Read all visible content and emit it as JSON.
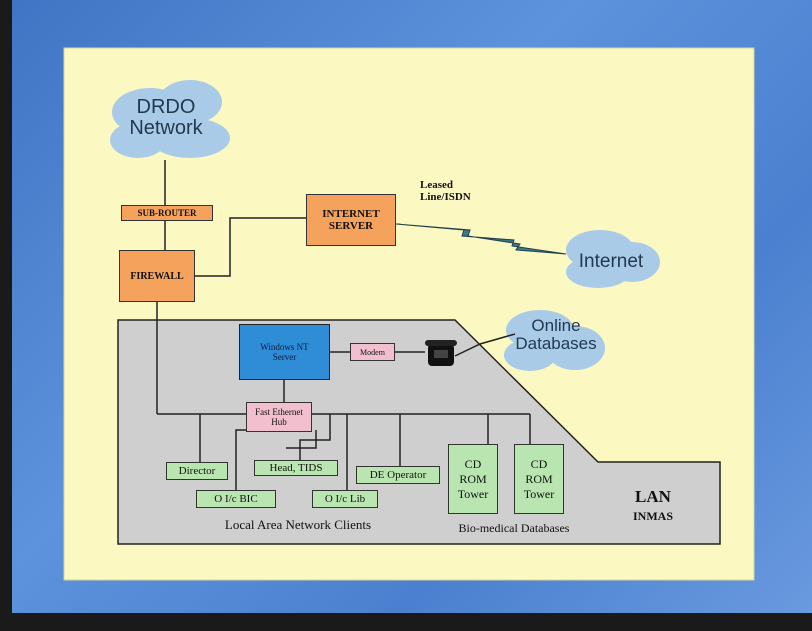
{
  "clouds": {
    "drdo": "DRDO\nNetwork",
    "internet": "Internet",
    "online": "Online\nDatabases"
  },
  "devices": {
    "sub_router": "SUB-ROUTER",
    "firewall": "FIREWALL",
    "internet_server": "INTERNET\nSERVER",
    "nt_server": "Windows NT\nServer",
    "modem": "Modem",
    "hub": "Fast Ethernet\nHub"
  },
  "links": {
    "leased": "Leased\nLine/ISDN"
  },
  "clients": {
    "director": "Director",
    "head_tids": "Head, TIDS",
    "de_operator": "DE Operator",
    "oic_bic": "O I/c BIC",
    "oic_lib": "O I/c Lib",
    "cd_tower_1": "CD\nROM\nTower",
    "cd_tower_2": "CD\nROM\nTower"
  },
  "captions": {
    "lan_clients": "Local Area Network Clients",
    "bio_databases": "Bio-medical Databases",
    "lan": "LAN",
    "inmas": "INMAS"
  },
  "colors": {
    "panel": "#fbf8c2",
    "lan_area": "#cfcfcf",
    "device_orange": "#f5a25c",
    "client_green": "#b9e6b0",
    "hub_pink": "#f2bfcf",
    "server_blue": "#2f8dd8",
    "cloud": "#a9cbe8"
  }
}
